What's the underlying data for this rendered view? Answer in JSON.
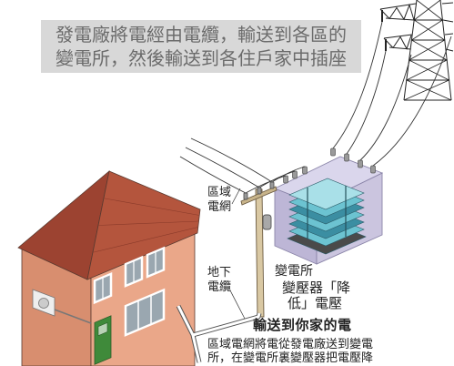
{
  "caption": {
    "line1": "發電廠將電經由電纜，輸送到各區的",
    "line2": "變電所，然後輸送到各住戶家中插座"
  },
  "labels": {
    "regional_grid": [
      "區域",
      "電網"
    ],
    "underground_cable": [
      "地下",
      "電纜"
    ],
    "substation": "變電所",
    "transformer": [
      "變壓器「降",
      "低」電壓"
    ]
  },
  "info": {
    "heading": "輸送到你家的電",
    "body": [
      "區域電網將電從發電廠送到變電",
      "所，在變電所裏變壓器把電壓降"
    ]
  },
  "colors": {
    "roof": "#b4553d",
    "wall": "#eaa789",
    "door": "#3f8a3a",
    "substation_top": "#d6d1ea",
    "transformer_coil": "#6cc3d1"
  }
}
